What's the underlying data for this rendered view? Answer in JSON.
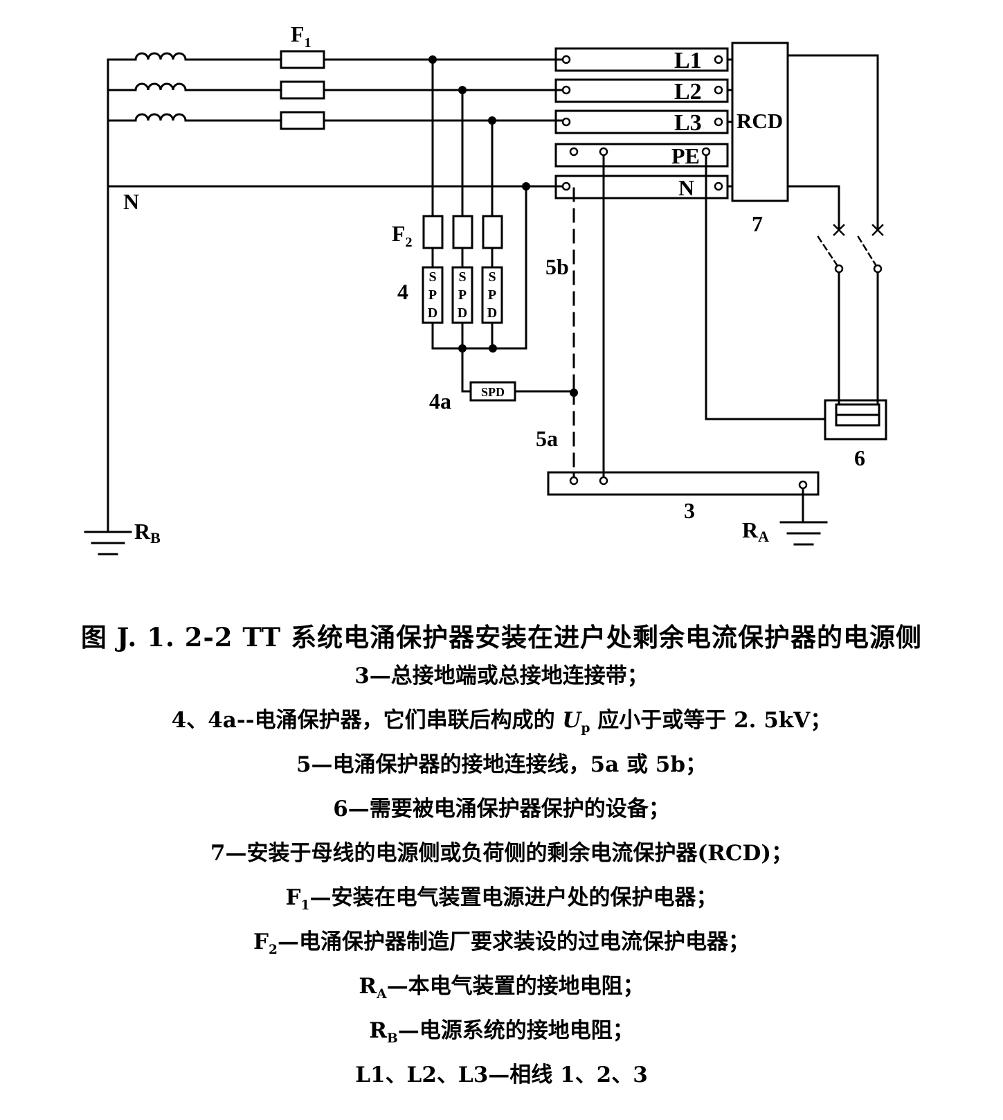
{
  "diagram": {
    "labels": {
      "f1": "F",
      "f1_sub": "1",
      "f2": "F",
      "f2_sub": "2",
      "bus_l1": "L1",
      "bus_l2": "L2",
      "bus_l3": "L3",
      "bus_pe": "PE",
      "bus_n": "N",
      "rcd": "RCD",
      "neutral": "N",
      "spd_letters": [
        "S",
        "P",
        "D"
      ],
      "spd_4a": "SPD",
      "item_3": "3",
      "item_4": "4",
      "item_4a": "4a",
      "item_5a": "5a",
      "item_5b": "5b",
      "item_6": "6",
      "item_7": "7",
      "ra": "R",
      "ra_sub": "A",
      "rb": "R",
      "rb_sub": "B"
    }
  },
  "caption": {
    "title": "图 J. 1. 2-2    TT 系统电涌保护器安装在进户处剩余电流保护器的电源侧",
    "legend": {
      "item3": "3—总接地端或总接地连接带；",
      "item4_pre": "4、4a--电涌保护器，它们串联后构成的 ",
      "item4_var": "U",
      "item4_sub": "p",
      "item4_post": " 应小于或等于 2. 5kV；",
      "item5": "5—电涌保护器的接地连接线，5a 或 5b；",
      "item6": "6—需要被电涌保护器保护的设备；",
      "item7": "7—安装于母线的电源侧或负荷侧的剩余电流保护器(RCD)；",
      "f1_sym": "F",
      "f1_sub": "1",
      "f1_text": "—安装在电气装置电源进户处的保护电器；",
      "f2_sym": "F",
      "f2_sub": "2",
      "f2_text": "—电涌保护器制造厂要求装设的过电流保护电器；",
      "ra_sym": "R",
      "ra_sub": "A",
      "ra_text": "—本电气装置的接地电阻；",
      "rb_sym": "R",
      "rb_sub": "B",
      "rb_text": "—电源系统的接地电阻；",
      "phases": "L1、L2、L3—相线 1、2、3"
    }
  }
}
